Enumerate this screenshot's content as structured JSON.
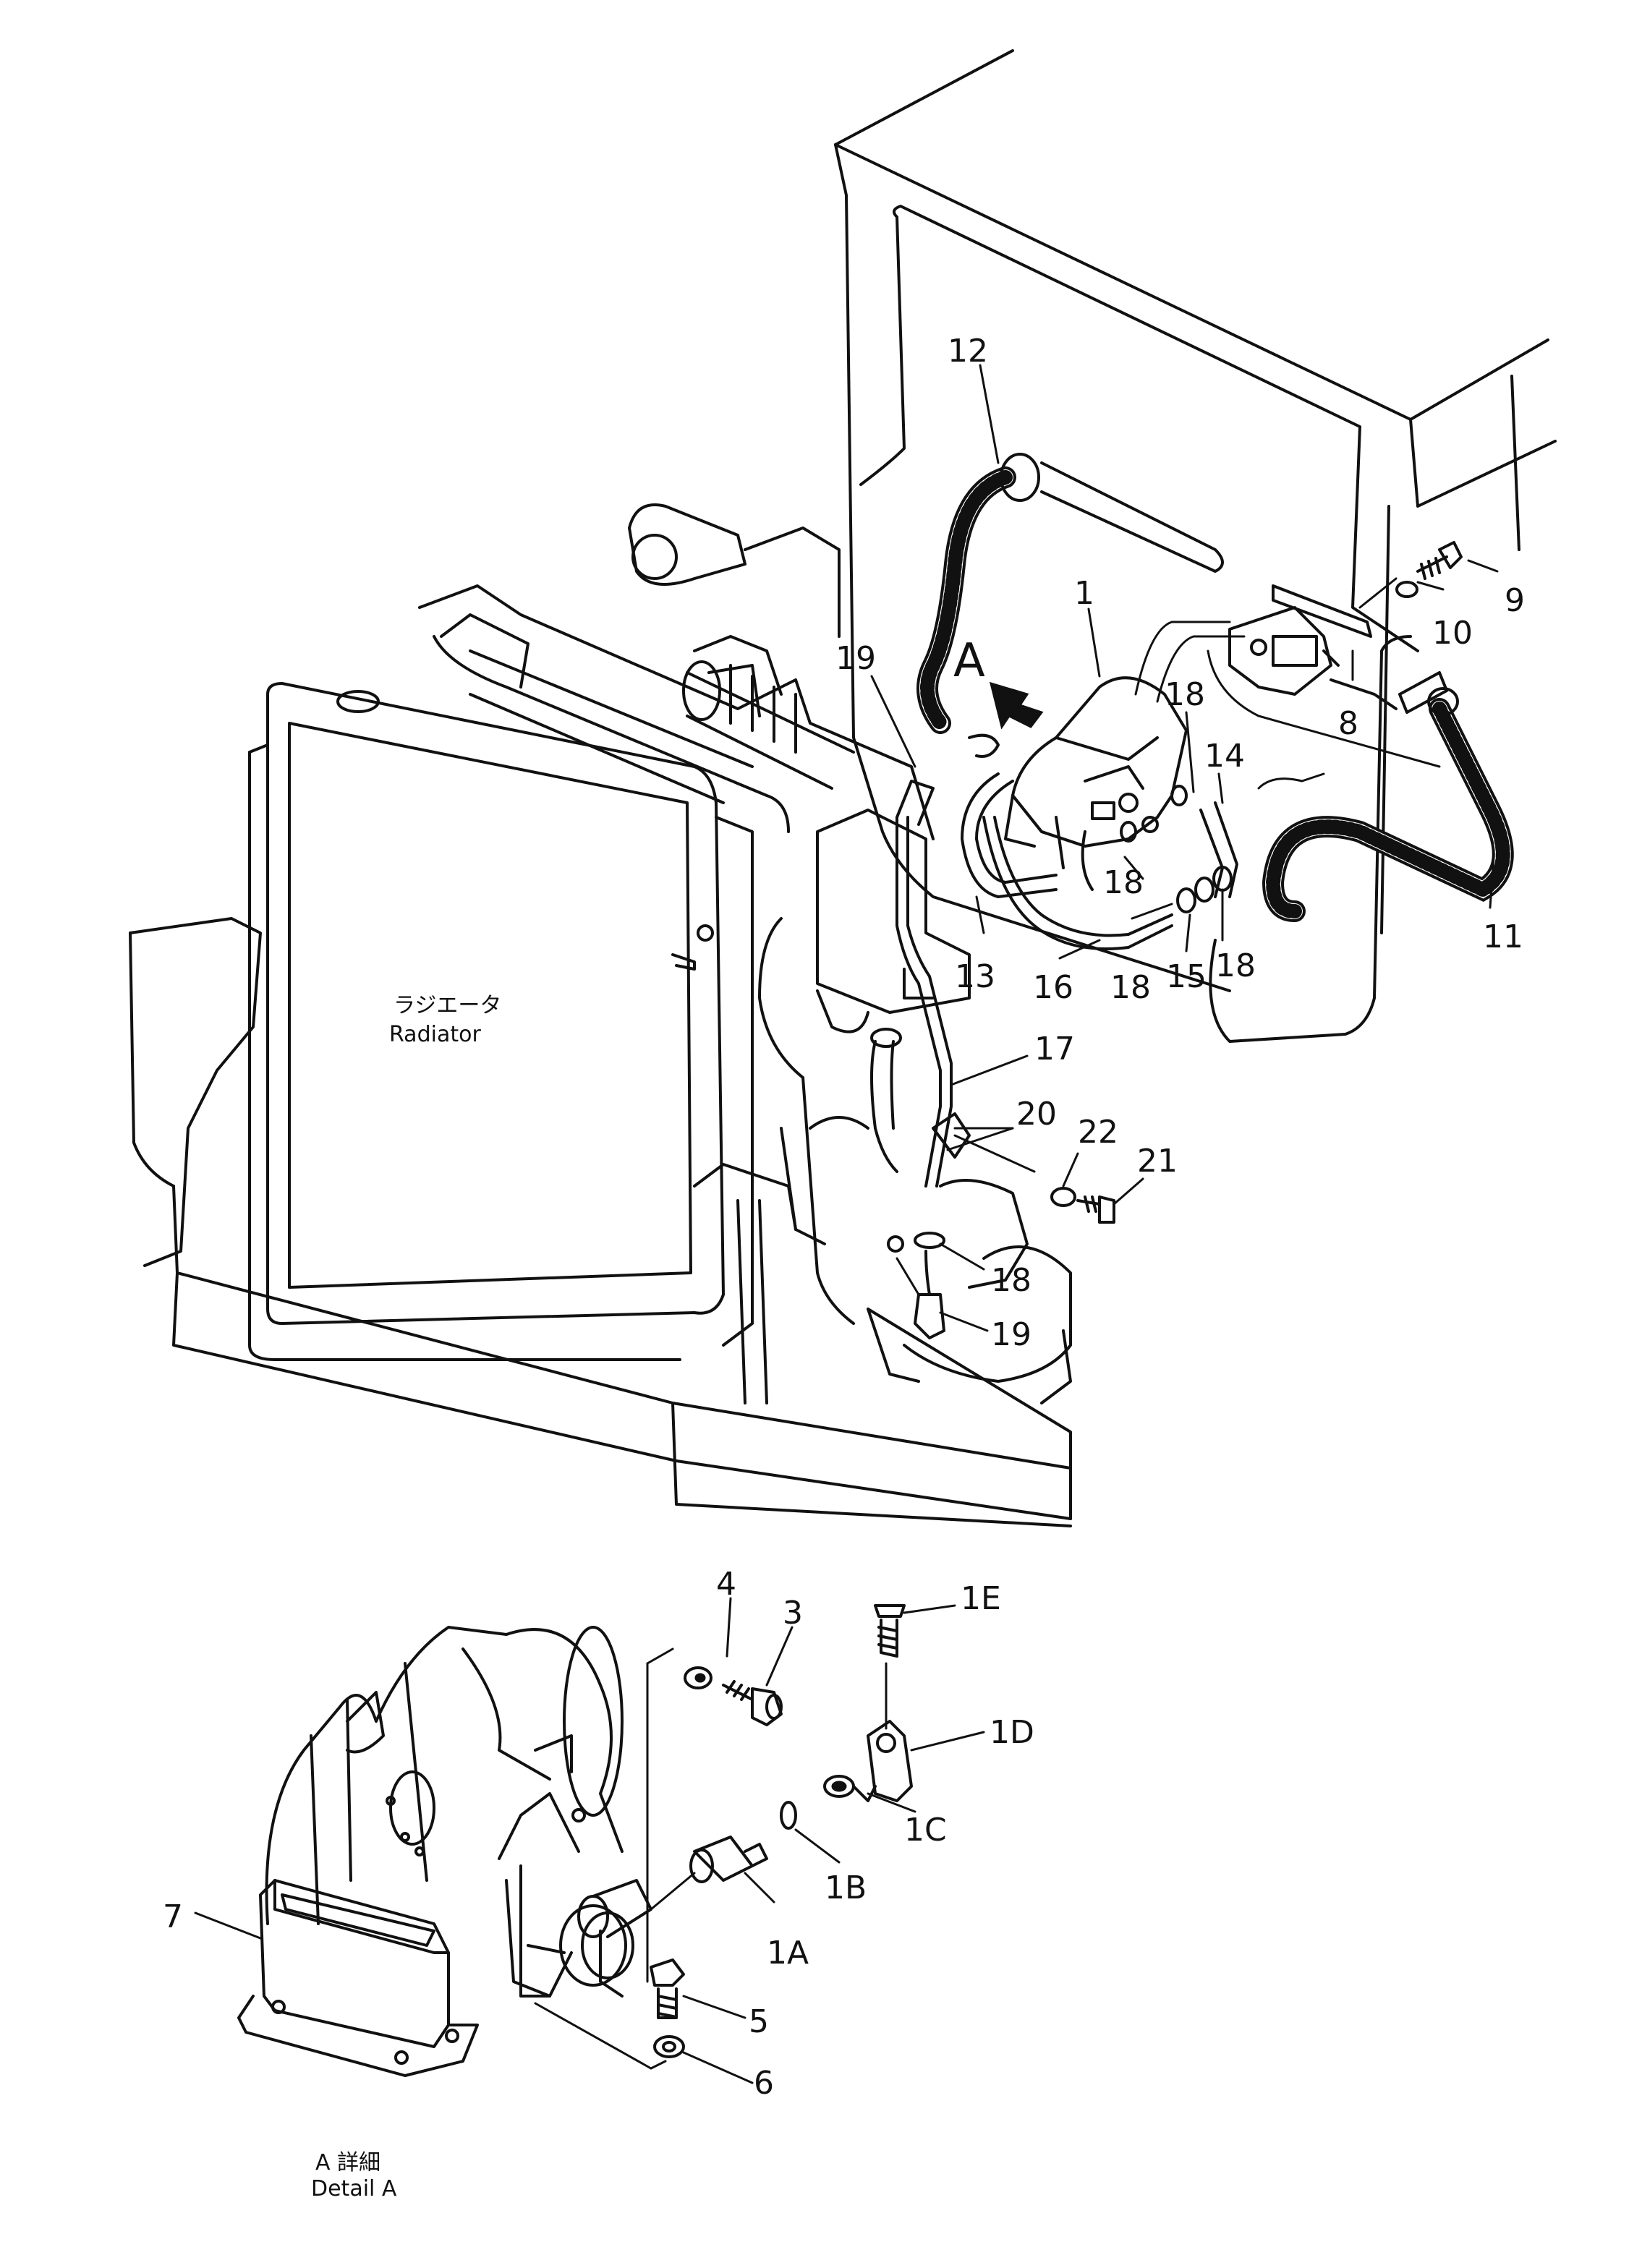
{
  "callouts": {
    "c1": "1",
    "c1A": "1A",
    "c1B": "1B",
    "c1C": "1C",
    "c1D": "1D",
    "c1E": "1E",
    "c3": "3",
    "c4": "4",
    "c5": "5",
    "c6": "6",
    "c7": "7",
    "c8": "8",
    "c9": "9",
    "c10": "10",
    "c11": "11",
    "c12": "12",
    "c13": "13",
    "c14": "14",
    "c15": "15",
    "c16": "16",
    "c17": "17",
    "c18a": "18",
    "c18b": "18",
    "c18c": "18",
    "c18d": "18",
    "c18e": "18",
    "c19a": "19",
    "c19b": "19",
    "c20": "20",
    "c21": "21",
    "c22": "22"
  },
  "view_marker": "A",
  "radiator_label_jp": "ラジエータ",
  "radiator_label_en": "Radiator",
  "detail_label_jp": "A 詳細",
  "detail_label_en": "Detail A"
}
